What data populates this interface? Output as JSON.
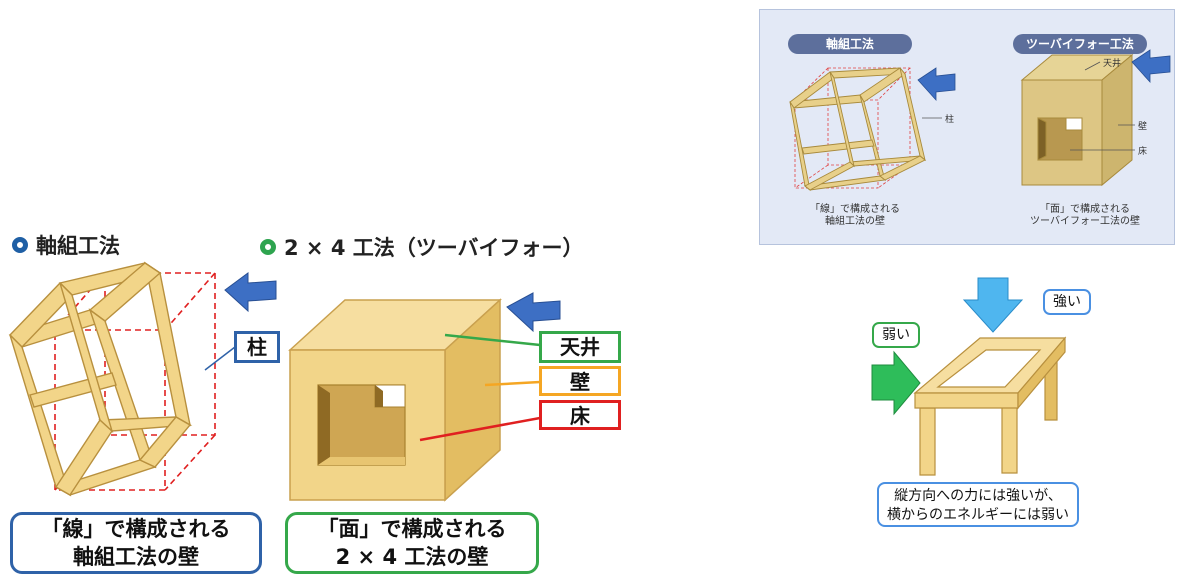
{
  "left": {
    "heading": "軸組工法",
    "label_pillar": "柱",
    "caption_line1": "「線」で構成される",
    "caption_line2": "軸組工法の壁"
  },
  "middle": {
    "heading": "2 × 4 工法（ツーバイフォー）",
    "label_ceiling": "天井",
    "label_wall": "壁",
    "label_floor": "床",
    "caption_line1": "「面」で構成される",
    "caption_line2": "2 × 4 工法の壁"
  },
  "panel": {
    "left_title": "軸組工法",
    "right_title": "ツーバイフォー工法",
    "label_pillar": "柱",
    "label_ceiling": "天井",
    "label_wall": "壁",
    "label_floor": "床",
    "left_caption_line1": "「線」で構成される",
    "left_caption_line2": "軸組工法の壁",
    "right_caption_line1": "「面」で構成される",
    "right_caption_line2": "ツーバイフォー工法の壁"
  },
  "force": {
    "strong_label": "強い",
    "weak_label": "弱い",
    "caption_line1": "縦方向への力には強いが、",
    "caption_line2": "横からのエネルギーには弱い"
  },
  "colors": {
    "wood": "#f2d589",
    "wood_dark": "#c9a04e",
    "blue_arrow": "#3d6fc4",
    "blue_border": "#2f62a8",
    "green_border": "#35a84a",
    "orange_border": "#f5a623",
    "red_border": "#e02020"
  }
}
